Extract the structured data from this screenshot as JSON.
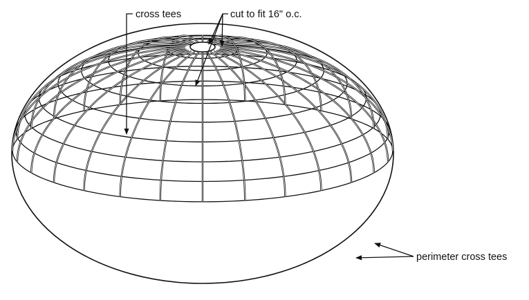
{
  "labels": {
    "cross_tees": "cross tees",
    "cut_to_fit": "cut to fit 16\" o.c.",
    "perimeter_cross_tees": "perimeter cross tees"
  },
  "colors": {
    "line": "#111111",
    "background": "#ffffff"
  }
}
